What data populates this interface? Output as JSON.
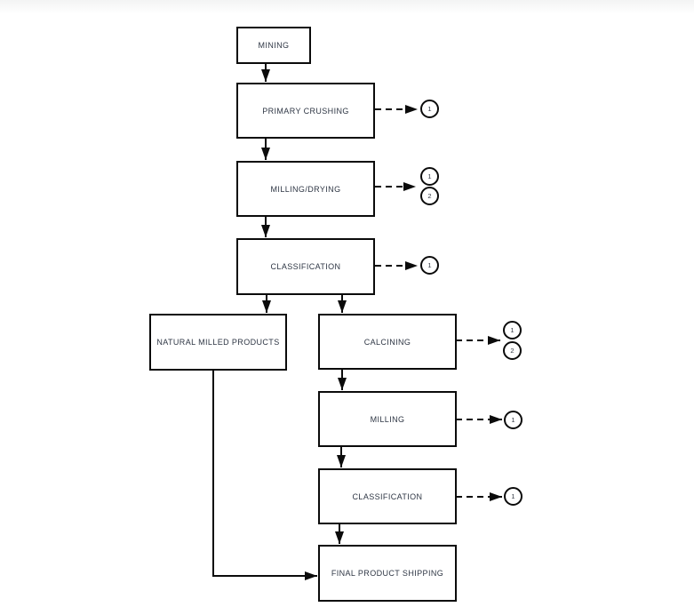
{
  "flowchart": {
    "nodes": {
      "mining": {
        "label": "MINING"
      },
      "primary_crushing": {
        "label": "PRIMARY CRUSHING"
      },
      "milling_drying": {
        "label": "MILLING/DRYING"
      },
      "classification_1": {
        "label": "CLASSIFICATION"
      },
      "natural_milled_products": {
        "label": "NATURAL MILLED PRODUCTS"
      },
      "calcining": {
        "label": "CALCINING"
      },
      "milling": {
        "label": "MILLING"
      },
      "classification_2": {
        "label": "CLASSIFICATION"
      },
      "final_product_shipping": {
        "label": "FINAL PRODUCT SHIPPING"
      }
    },
    "emission_points": {
      "primary_crushing": [
        "1"
      ],
      "milling_drying": [
        "1",
        "2"
      ],
      "classification_1": [
        "1"
      ],
      "calcining": [
        "1",
        "2"
      ],
      "milling": [
        "1"
      ],
      "classification_2": [
        "1"
      ]
    },
    "colors": {
      "line": "#0b0b0b",
      "text": "#2e3644",
      "background": "#ffffff"
    }
  }
}
